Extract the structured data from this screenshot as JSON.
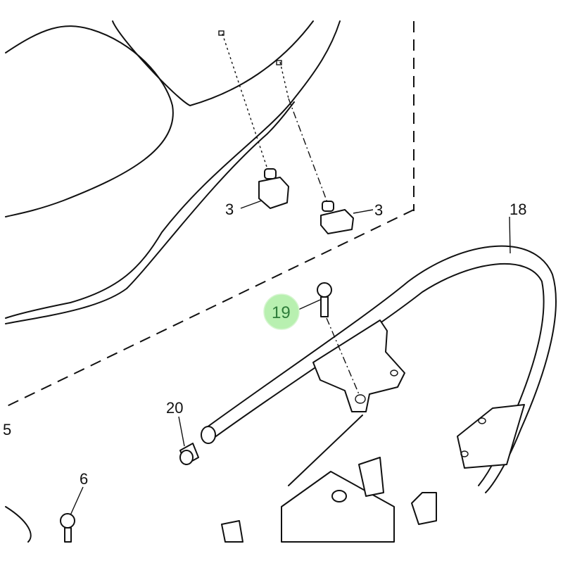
{
  "diagram": {
    "labels": {
      "clip_left": "3",
      "clip_right": "3",
      "grab_bar": "18",
      "bolt": "19",
      "cap": "20",
      "screw": "6",
      "edge_part": "5"
    },
    "highlight_color": "#b8f0b0",
    "highlighted_label": "19"
  }
}
